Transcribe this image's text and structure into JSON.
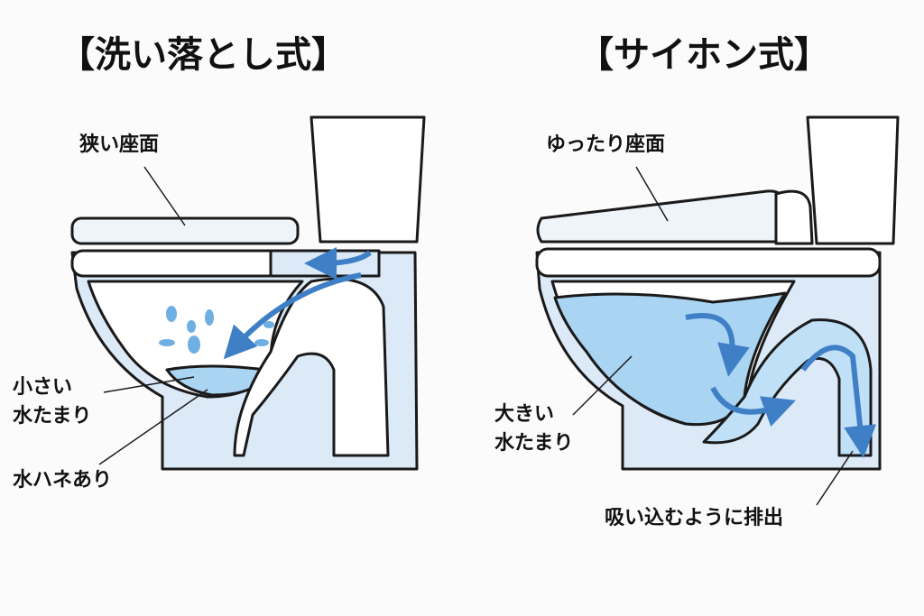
{
  "washdown": {
    "title": "【洗い落とし式】",
    "seat_label": "狭い座面",
    "pool_label_line1": "小さい",
    "pool_label_line2": "水たまり",
    "splash_label": "水ハネあり"
  },
  "siphon": {
    "title": "【サイホン式】",
    "seat_label": "ゆったり座面",
    "pool_label_line1": "大きい",
    "pool_label_line2": "水たまり",
    "drain_label": "吸い込むように排出"
  },
  "colors": {
    "outline": "#1a1a1a",
    "porcelain": "#dbeaf6",
    "water": "#a9d4f2",
    "arrow": "#3f7fc6"
  }
}
